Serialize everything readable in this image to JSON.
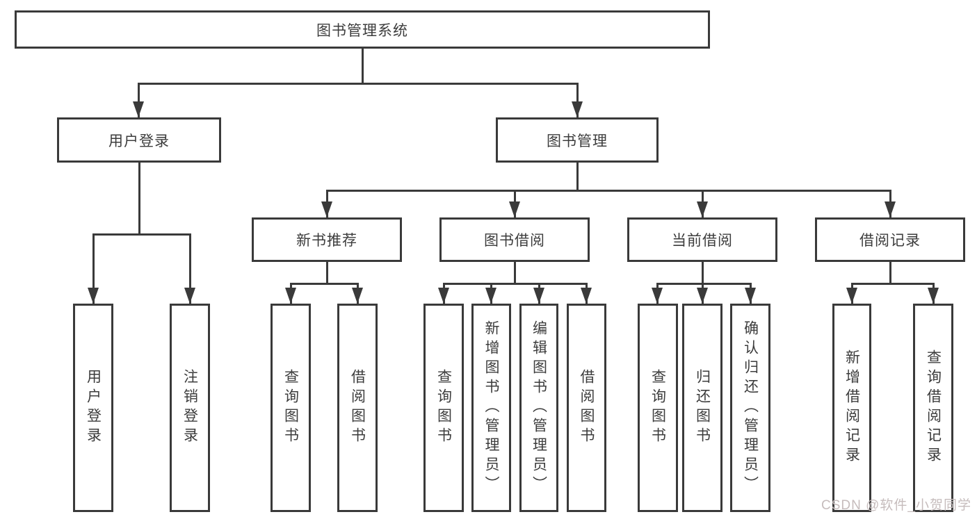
{
  "tree": {
    "label": "图书管理系统",
    "children": [
      {
        "label": "用户登录",
        "children": [
          {
            "label": "用户登录"
          },
          {
            "label": "注销登录"
          }
        ]
      },
      {
        "label": "图书管理",
        "children": [
          {
            "label": "新书推荐",
            "children": [
              {
                "label": "查询图书"
              },
              {
                "label": "借阅图书"
              }
            ]
          },
          {
            "label": "图书借阅",
            "children": [
              {
                "label": "查询图书"
              },
              {
                "label": "新增图书（管理员）"
              },
              {
                "label": "编辑图书（管理员）"
              },
              {
                "label": "借阅图书"
              }
            ]
          },
          {
            "label": "当前借阅",
            "children": [
              {
                "label": "查询图书"
              },
              {
                "label": "归还图书"
              },
              {
                "label": "确认归还（管理员）"
              }
            ]
          },
          {
            "label": "借阅记录",
            "children": [
              {
                "label": "新增借阅记录"
              },
              {
                "label": "查询借阅记录"
              }
            ]
          }
        ]
      }
    ]
  },
  "watermark": {
    "text": "CSDN @软件_小贺同学"
  },
  "colors": {
    "line": "#3a3a3a",
    "text": "#3c3c3c",
    "watermark": "#c6bcbc"
  }
}
